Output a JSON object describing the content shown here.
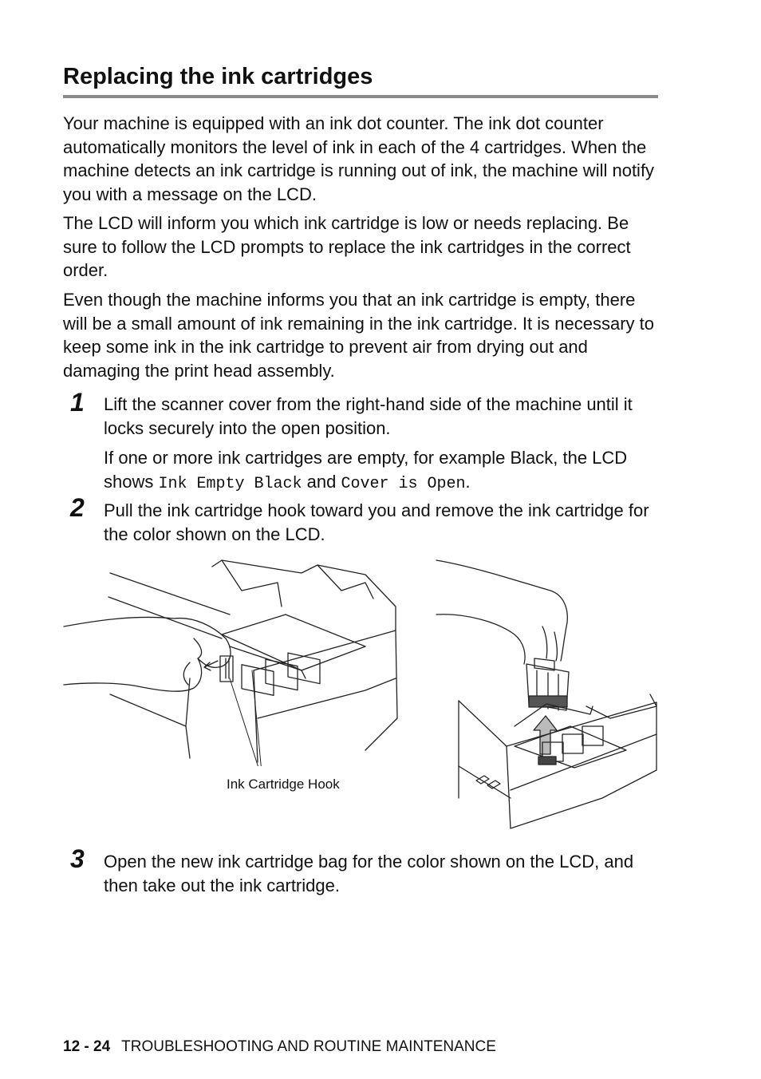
{
  "title": "Replacing the ink cartridges",
  "paragraphs": [
    "Your machine is equipped with an ink dot counter. The ink dot counter automatically monitors the level of ink in each of the 4 cartridges. When the machine detects an ink cartridge is running out of ink, the machine will notify you with a message on the LCD.",
    "The LCD will inform you which ink cartridge is low or needs replacing. Be sure to follow the LCD prompts to replace the ink cartridges in the correct order.",
    "Even though the machine informs you that an ink cartridge is empty, there will be a small amount of ink remaining in the ink cartridge. It is necessary to keep some ink in the ink cartridge to prevent air from drying out and damaging the print head assembly."
  ],
  "steps": [
    {
      "number": "1",
      "text": "Lift the scanner cover from the right-hand side of the machine until it locks securely into the open position.",
      "note_prefix": "If one or more ink cartridges are empty, for example Black, the LCD shows",
      "lcd_msg_1": "Ink Empty Black",
      "note_and": "and",
      "lcd_msg_2": "Cover is Open",
      "note_end": "."
    },
    {
      "number": "2",
      "text": "Pull the ink cartridge hook toward you and remove the ink cartridge for the color shown on the LCD."
    },
    {
      "number": "3",
      "text": "Open the new ink cartridge bag for the color shown on the LCD, and then take out the ink cartridge."
    }
  ],
  "figure": {
    "caption": "Ink Cartridge Hook"
  },
  "footer": {
    "page": "12 - 24",
    "section": "TROUBLESHOOTING AND ROUTINE MAINTENANCE"
  }
}
